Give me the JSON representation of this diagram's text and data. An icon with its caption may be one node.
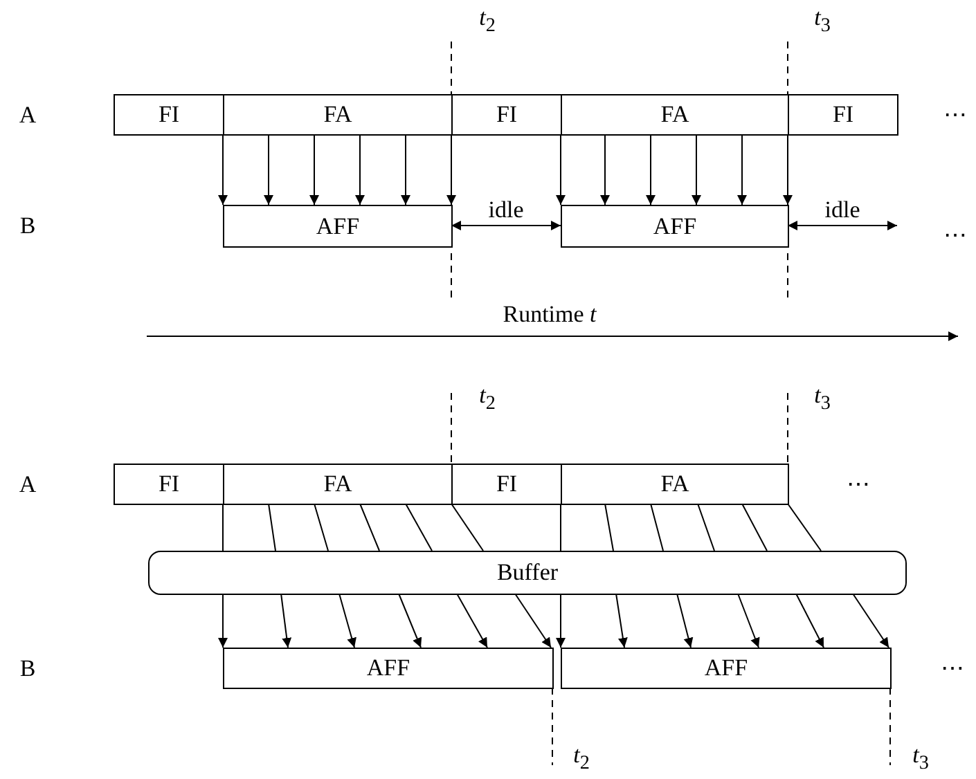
{
  "diagram": {
    "nodes": [
      {
        "text": [
          "FI"
        ]
      },
      {
        "text": [
          "FA"
        ]
      },
      {
        "text": [
          "FI"
        ]
      },
      {
        "text": [
          "FA"
        ]
      },
      {
        "text": [
          "FI"
        ]
      },
      {
        "text": [
          "AFF"
        ]
      },
      {
        "text": [
          "AFF"
        ]
      },
      {
        "text": [
          "FI"
        ]
      },
      {
        "text": [
          "FA"
        ]
      },
      {
        "text": [
          "FI"
        ]
      },
      {
        "text": [
          "FA"
        ]
      },
      {
        "text": [
          "Buffer"
        ]
      },
      {
        "text": [
          "AFF"
        ]
      },
      {
        "text": [
          "AFF"
        ]
      }
    ],
    "edges": [
      {
        "from": 1,
        "to": 5,
        "arrow": "to"
      },
      {
        "from": 1,
        "to": 5,
        "arrow": "to"
      },
      {
        "from": 1,
        "to": 5,
        "arrow": "to"
      },
      {
        "from": 1,
        "to": 5,
        "arrow": "to"
      },
      {
        "from": 1,
        "to": 5,
        "arrow": "to"
      },
      {
        "from": 1,
        "to": 5,
        "arrow": "to"
      },
      {
        "from": 5,
        "to": 6,
        "arrow": "both",
        "label": "idle"
      },
      {
        "from": 3,
        "to": 6,
        "arrow": "to"
      },
      {
        "from": 3,
        "to": 6,
        "arrow": "to"
      },
      {
        "from": 3,
        "to": 6,
        "arrow": "to"
      },
      {
        "from": 3,
        "to": 6,
        "arrow": "to"
      },
      {
        "from": 3,
        "to": 6,
        "arrow": "to"
      },
      {
        "from": 3,
        "to": 6,
        "arrow": "to"
      },
      {
        "from": 6,
        "to": null,
        "arrow": "both",
        "label": "idle"
      },
      {
        "from": 8,
        "to": 11,
        "arrow": "none"
      },
      {
        "from": 8,
        "to": 11,
        "arrow": "none"
      },
      {
        "from": 8,
        "to": 11,
        "arrow": "none"
      },
      {
        "from": 8,
        "to": 11,
        "arrow": "none"
      },
      {
        "from": 8,
        "to": 11,
        "arrow": "none"
      },
      {
        "from": 8,
        "to": 11,
        "arrow": "none"
      },
      {
        "from": 10,
        "to": 11,
        "arrow": "none"
      },
      {
        "from": 10,
        "to": 11,
        "arrow": "none"
      },
      {
        "from": 10,
        "to": 11,
        "arrow": "none"
      },
      {
        "from": 10,
        "to": 11,
        "arrow": "none"
      },
      {
        "from": 10,
        "to": 11,
        "arrow": "none"
      },
      {
        "from": 10,
        "to": 11,
        "arrow": "none"
      },
      {
        "from": 11,
        "to": 12,
        "arrow": "to"
      },
      {
        "from": 11,
        "to": 12,
        "arrow": "to"
      },
      {
        "from": 11,
        "to": 12,
        "arrow": "to"
      },
      {
        "from": 11,
        "to": 12,
        "arrow": "to"
      },
      {
        "from": 11,
        "to": 12,
        "arrow": "to"
      },
      {
        "from": 11,
        "to": 12,
        "arrow": "to"
      },
      {
        "from": 11,
        "to": 13,
        "arrow": "to"
      },
      {
        "from": 11,
        "to": 13,
        "arrow": "to"
      },
      {
        "from": 11,
        "to": 13,
        "arrow": "to"
      },
      {
        "from": 11,
        "to": 13,
        "arrow": "to"
      },
      {
        "from": 11,
        "to": 13,
        "arrow": "to"
      },
      {
        "from": 11,
        "to": 13,
        "arrow": "to"
      }
    ],
    "labels": [
      "*t*$_{2}$",
      "*t*$_{3}$",
      "A",
      "⋯",
      "B",
      "⋯",
      "Runtime *t*",
      "*t*$_{2}$",
      "*t*$_{3}$",
      "A",
      "⋯",
      "B",
      "⋯",
      "*t*$_{2}$",
      "*t*$_{3}$"
    ]
  }
}
